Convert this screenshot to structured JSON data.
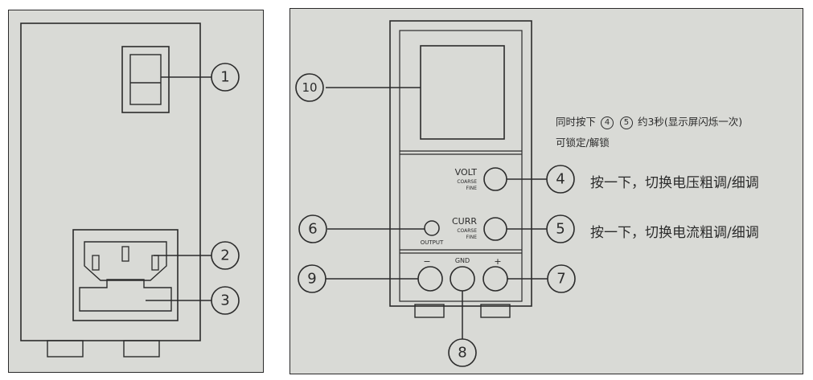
{
  "callouts": {
    "c1": "1",
    "c2": "2",
    "c3": "3",
    "c4": "4",
    "c5": "5",
    "c6": "6",
    "c7": "7",
    "c8": "8",
    "c9": "9",
    "c10": "10"
  },
  "labels": {
    "volt": "VOLT",
    "volt_coarse": "COARSE",
    "volt_fine": "FINE",
    "curr": "CURR",
    "curr_coarse": "COARSE",
    "curr_fine": "FINE",
    "output": "OUTPUT",
    "gnd": "GND",
    "minus": "−",
    "plus": "+"
  },
  "notes": {
    "lock_line1_prefix": "同时按下",
    "lock_ref_a": "4",
    "lock_ref_b": "5",
    "lock_line1_suffix": "约3秒(显示屏闪烁一次)",
    "lock_line2": "可锁定/解锁",
    "volt_note": "按一下，切换电压粗调/细调",
    "curr_note": "按一下，切换电流粗调/细调"
  }
}
